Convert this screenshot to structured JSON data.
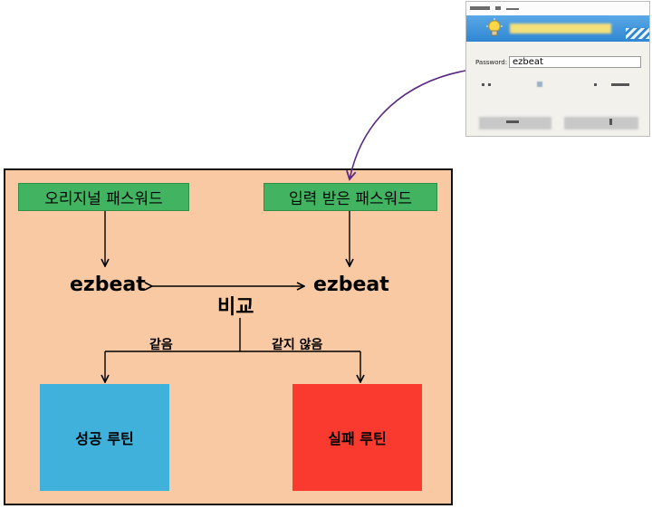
{
  "login_window": {
    "password_label": "Password:",
    "password_value": "ezbeat"
  },
  "diagram": {
    "original_box_label": "오리지널 패스워드",
    "input_box_label": "입력 받은 패스워드",
    "original_value": "ezbeat",
    "input_value": "ezbeat",
    "compare_label": "비교",
    "equal_label": "같음",
    "not_equal_label": "같지 않음",
    "success_label": "성공 루틴",
    "failure_label": "실패 루틴",
    "colors": {
      "frame_bg": "#f8c9a3",
      "green_box": "#42b461",
      "success_box": "#3fb1da",
      "failure_box": "#fa3a2e",
      "connector_arrow": "#5a2a86"
    }
  }
}
